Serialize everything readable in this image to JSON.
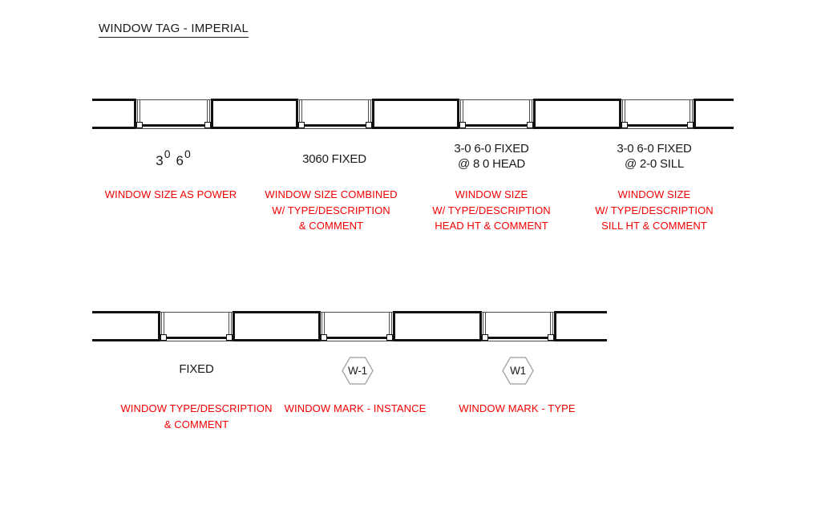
{
  "title": "WINDOW TAG - IMPERIAL",
  "colors": {
    "annotation_red": "#f40000",
    "line_black": "#111111"
  },
  "row1": {
    "tags": [
      {
        "kind": "power",
        "width_ft": "3",
        "width_sup": "0",
        "height_ft": "6",
        "height_sup": "0"
      },
      {
        "kind": "text",
        "lines": [
          "3060 FIXED"
        ]
      },
      {
        "kind": "text",
        "lines": [
          "3-0 6-0 FIXED",
          "@ 8 0 HEAD"
        ]
      },
      {
        "kind": "text",
        "lines": [
          "3-0 6-0 FIXED",
          "@ 2-0 SILL"
        ]
      }
    ],
    "labels": [
      {
        "lines": [
          "WINDOW SIZE AS POWER"
        ]
      },
      {
        "lines": [
          "WINDOW SIZE COMBINED",
          "W/ TYPE/DESCRIPTION",
          "& COMMENT"
        ]
      },
      {
        "lines": [
          "WINDOW SIZE",
          "W/ TYPE/DESCRIPTION",
          "HEAD HT & COMMENT"
        ]
      },
      {
        "lines": [
          "WINDOW SIZE",
          "W/ TYPE/DESCRIPTION",
          "SILL HT & COMMENT"
        ]
      }
    ]
  },
  "row2": {
    "tags": [
      {
        "kind": "text",
        "lines": [
          "FIXED"
        ]
      },
      {
        "kind": "hex",
        "value": "W-1"
      },
      {
        "kind": "hex",
        "value": "W1"
      }
    ],
    "labels": [
      {
        "lines": [
          "WINDOW TYPE/DESCRIPTION",
          "& COMMENT"
        ]
      },
      {
        "lines": [
          "WINDOW MARK - INSTANCE"
        ]
      },
      {
        "lines": [
          "WINDOW MARK - TYPE"
        ]
      }
    ]
  }
}
